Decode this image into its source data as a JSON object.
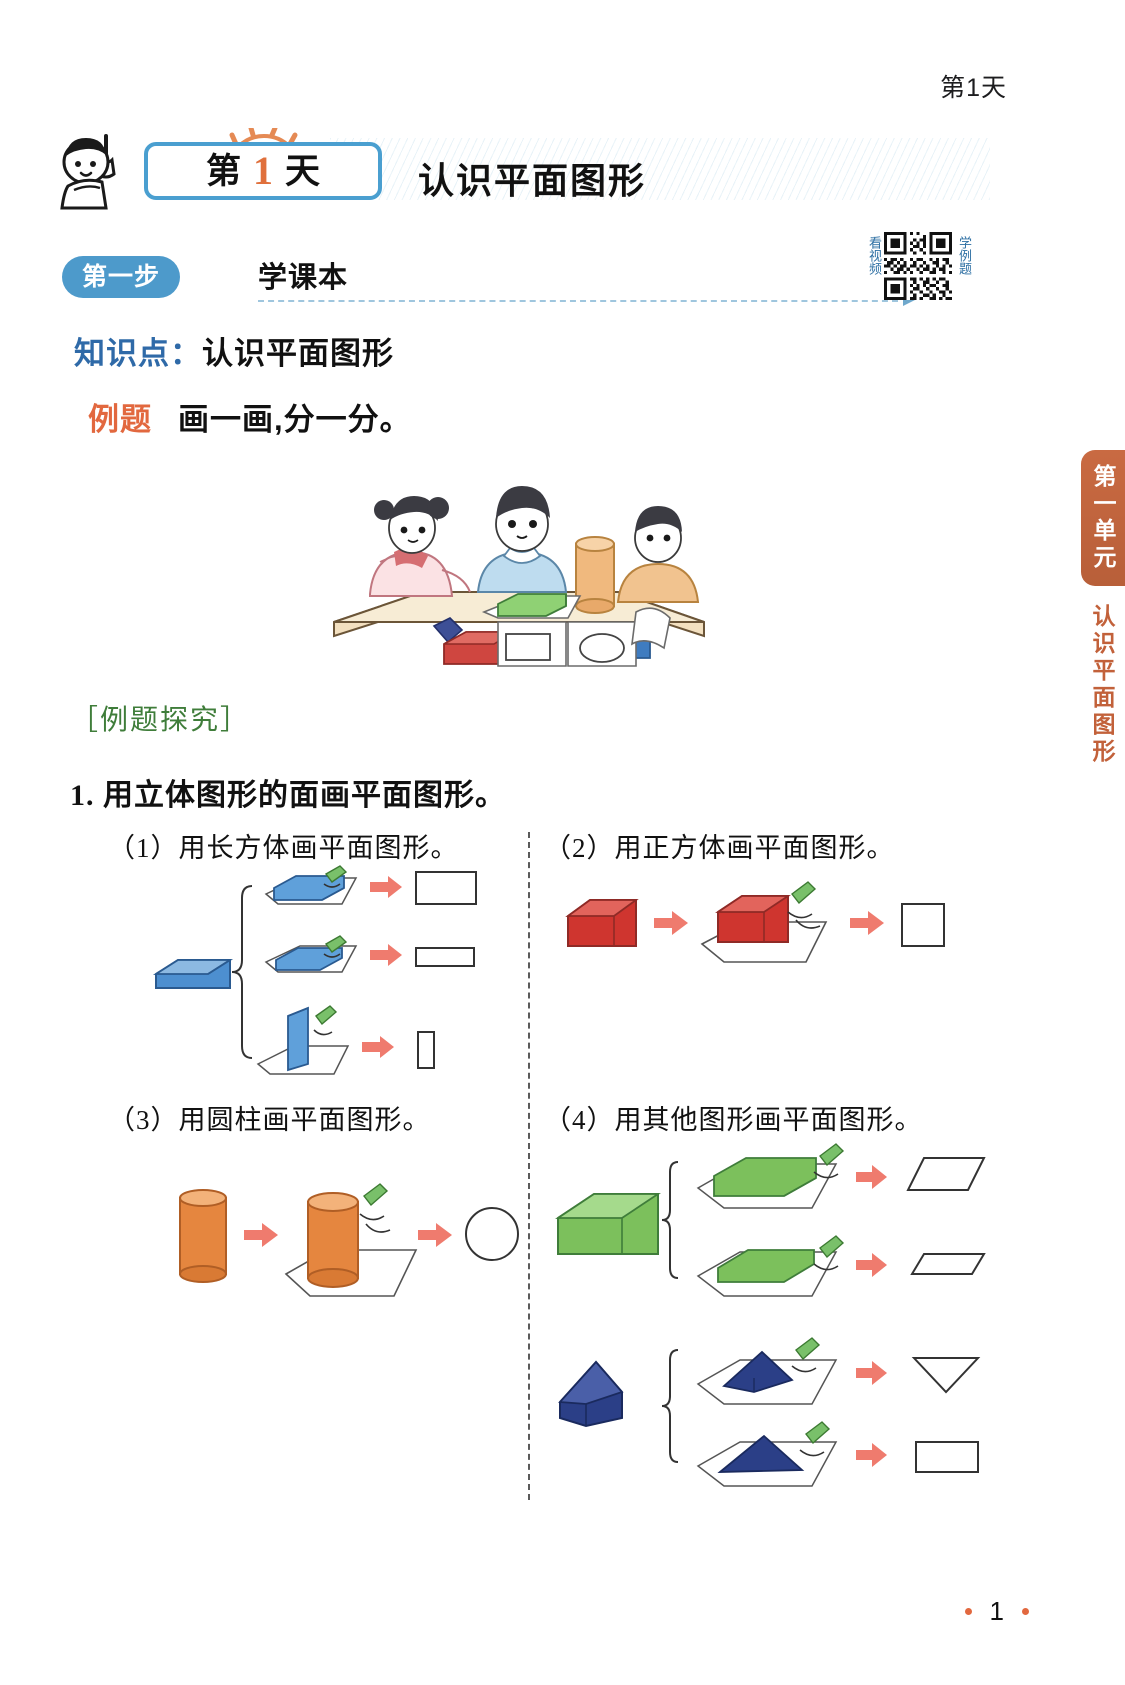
{
  "header": {
    "running_head": "第1天"
  },
  "day_badge": {
    "prefix": "第",
    "number": "1",
    "suffix": "天",
    "icon": "boy-raising-hand-icon",
    "border_color": "#4a9fd0",
    "number_color": "#e0703c"
  },
  "title": "认识平面图形",
  "step": {
    "pill_label": "第一步",
    "label": "学课本",
    "pill_color": "#4d9acb"
  },
  "qr": {
    "left_text": "看视频",
    "right_text": "学例题",
    "text_color": "#2d6fa3"
  },
  "knowledge_point": {
    "label": "知识点：",
    "value": "认识平面图形",
    "label_color": "#2f6aa8"
  },
  "example": {
    "tag": "例题",
    "tag_color": "#e2683f",
    "text": "画一画,分一分。"
  },
  "illustration": {
    "name": "three-children-drawing-shapes-at-table",
    "objects": [
      "cylinder",
      "red-cuboid",
      "green-cuboid",
      "blue-cuboid",
      "blue-triangular-prism",
      "paper-sheets"
    ]
  },
  "explore_label": "［例题探究］",
  "explore_color": "#3f7d3a",
  "question": {
    "number": "1.",
    "text": "用立体图形的面画平面图形。"
  },
  "subsections": [
    {
      "label": "（1）用长方体画平面图形。",
      "solid": "cuboid",
      "solid_color": "#4d8fd0",
      "results": [
        "rectangle-wide",
        "rectangle-narrow",
        "rectangle-tall"
      ]
    },
    {
      "label": "（2）用正方体画平面图形。",
      "solid": "cube",
      "solid_color": "#d0362f",
      "results": [
        "square"
      ]
    },
    {
      "label": "（3）用圆柱画平面图形。",
      "solid": "cylinder",
      "solid_color": "#e08043",
      "results": [
        "circle"
      ]
    },
    {
      "label": "（4）用其他图形画平面图形。",
      "solids": [
        "green-prism",
        "blue-triangular-prism"
      ],
      "solid_colors": [
        "#74b64a",
        "#2b3f87"
      ],
      "results": [
        "parallelogram",
        "parallelogram-flat",
        "triangle",
        "rectangle"
      ]
    }
  ],
  "side_tab": {
    "unit": "第一单元",
    "unit_bg": "#c2613a",
    "topic": "认识平面图形",
    "topic_color": "#c2613a"
  },
  "footer": {
    "page_number": "1",
    "dot_color": "#e2683f"
  }
}
